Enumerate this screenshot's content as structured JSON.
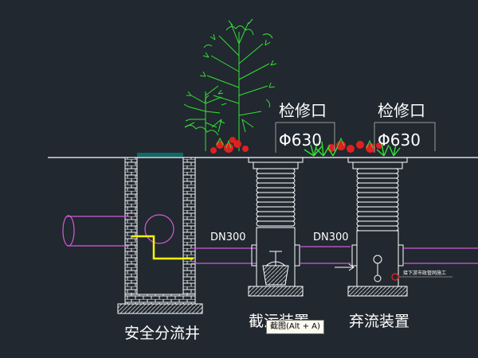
{
  "labels": {
    "access_port_1": "检修口",
    "access_port_1_size": "Φ630",
    "access_port_2": "检修口",
    "access_port_2_size": "Φ630",
    "pipe_label_1": "DN300",
    "pipe_label_2": "DN300",
    "well_safety": "安全分流井",
    "device_intercept": "截污装置",
    "device_discard": "弃流装置",
    "note_small": "接下游市政管网施工"
  },
  "tooltip": {
    "text": "截图(Alt + A)"
  },
  "colors": {
    "background": "#212830",
    "ground_line": "#ffffff",
    "pipe": "#d65ad6",
    "yellow_weir": "#f5f500",
    "plant_green": "#33e033",
    "flower_red": "#e02020",
    "dim_line": "#9a9a9a",
    "teal_cover": "#0e6a66"
  }
}
